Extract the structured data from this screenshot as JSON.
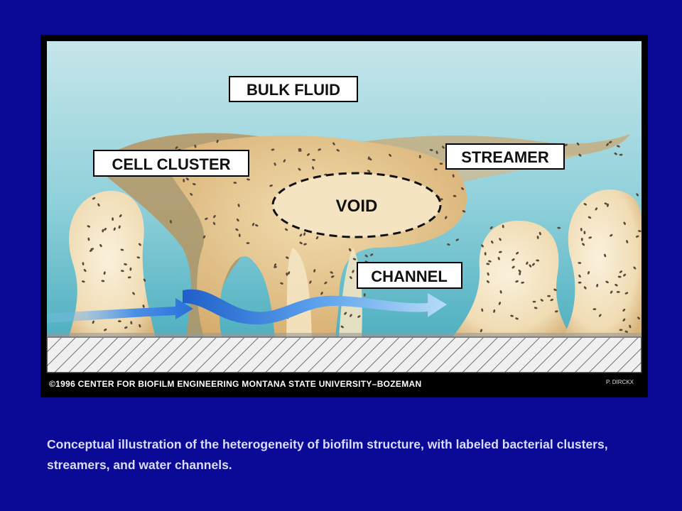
{
  "figure": {
    "labels": {
      "bulk_fluid": "BULK FLUID",
      "cell_cluster": "CELL CLUSTER",
      "streamer": "STREAMER",
      "void": "VOID",
      "channel": "CHANNEL"
    },
    "credit": "©1996  CENTER FOR BIOFILM ENGINEERING   MONTANA STATE UNIVERSITY–BOZEMAN",
    "artist": "P. DIRCKX"
  },
  "caption": "Conceptual illustration of the heterogeneity of biofilm structure, with labeled bacterial clusters, streamers, and water channels.",
  "colors": {
    "slide_background": "#0a0a96",
    "fluid_top": "#c6e6ea",
    "fluid_bottom": "#5fb8c6",
    "biofilm": "#e6c690",
    "biofilm_shadow": "#c9a874",
    "flow_arrow": "#2a6fd8",
    "substratum_hatch": "#777777",
    "caption_text": "#dcdcff"
  }
}
